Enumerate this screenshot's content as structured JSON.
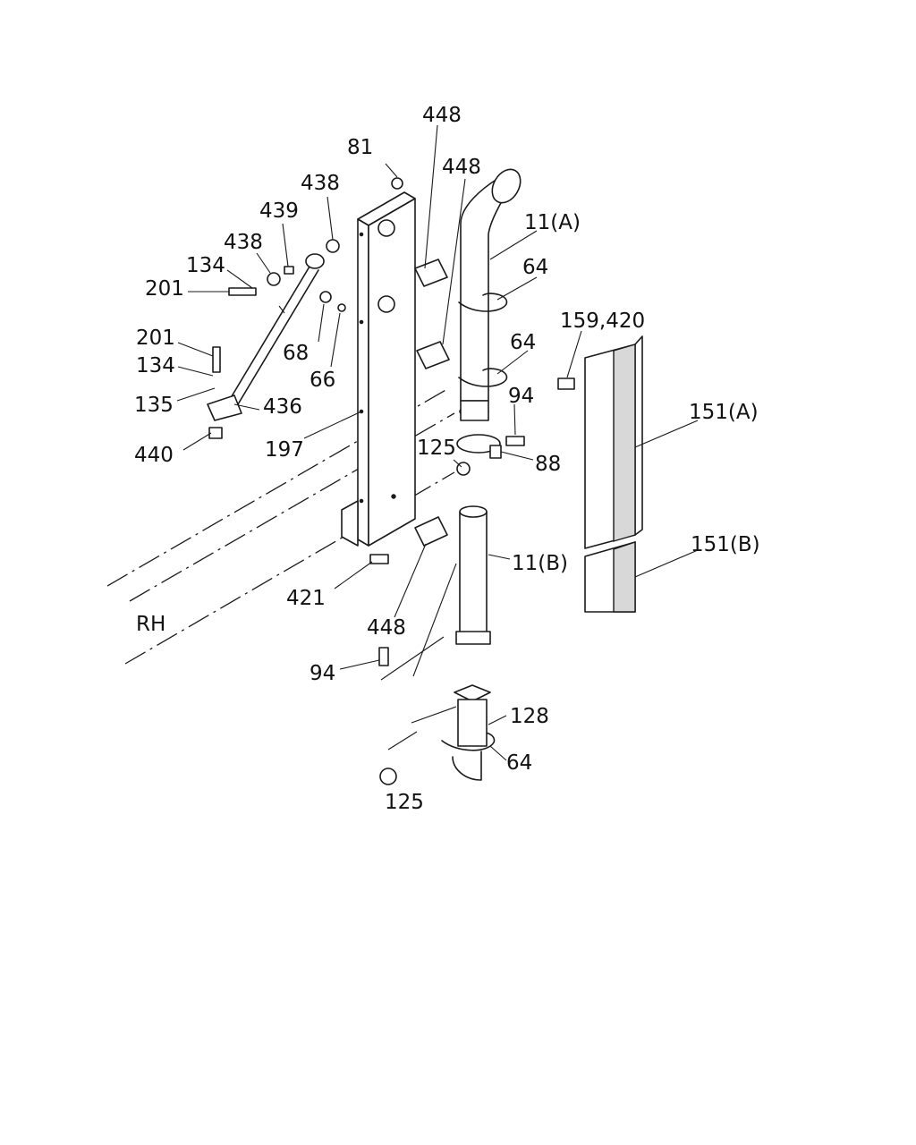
{
  "side_label": "RH",
  "callouts": {
    "c448_top": "448",
    "c448_mid": "448",
    "c448_bottom": "448",
    "c81": "81",
    "c438_a": "438",
    "c438_b": "438",
    "c439": "439",
    "c134_a": "134",
    "c134_b": "134",
    "c201_a": "201",
    "c201_b": "201",
    "c68": "68",
    "c66": "66",
    "c135": "135",
    "c436": "436",
    "c440": "440",
    "c197": "197",
    "c11a": "11(A)",
    "c11b": "11(B)",
    "c64_a": "64",
    "c64_b": "64",
    "c64_c": "64",
    "c94_a": "94",
    "c94_b": "94",
    "c125_a": "125",
    "c125_b": "125",
    "c88": "88",
    "c421": "421",
    "c128": "128",
    "c159_420": "159,420",
    "c151a": "151(A)",
    "c151b": "151(B)"
  }
}
